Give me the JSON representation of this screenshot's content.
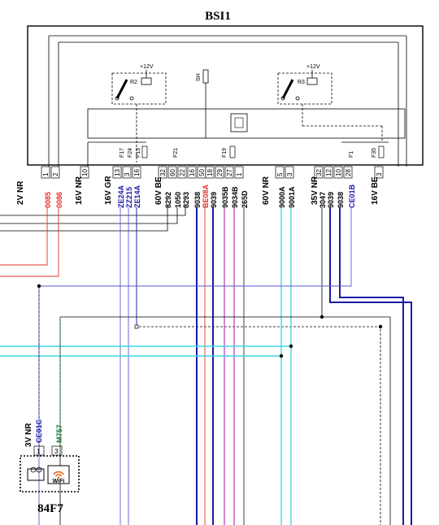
{
  "title": "BSI1",
  "component_bottom": "84F7",
  "relay_labels": {
    "r2": "R2",
    "r3": "R3",
    "sh": "SH",
    "plus12_a": "+12V",
    "plus12_b": "+12V"
  },
  "fuses": [
    "F17",
    "F24",
    "F13",
    "F21",
    "F19",
    "F1",
    "F35"
  ],
  "connectors": [
    {
      "label": "2V NR",
      "pins": [
        "1",
        "2"
      ]
    },
    {
      "label": "16V NR",
      "pins": [
        "10"
      ]
    },
    {
      "label": "16V GR",
      "pins": [
        "13",
        "3",
        "16"
      ]
    },
    {
      "label": "60V BE",
      "pins": [
        "32",
        "60",
        "22",
        "16",
        "50",
        "18",
        "29",
        "27",
        "1"
      ]
    },
    {
      "label": "60V NR",
      "pins": [
        "5",
        "3"
      ]
    },
    {
      "label": "35V NR",
      "pins": [
        "32",
        "12",
        "10",
        "28"
      ]
    },
    {
      "label": "16V BE",
      "pins": [
        "3"
      ]
    }
  ],
  "wires": [
    {
      "id": "0085",
      "color": "#e0302a"
    },
    {
      "id": "0086",
      "color": "#e0302a"
    },
    {
      "id": "ZE24A",
      "color": "#1a1aa8"
    },
    {
      "id": "ZZ215",
      "color": "#1a1aa8"
    },
    {
      "id": "ZE14A",
      "color": "#1a1aa8"
    },
    {
      "id": "8292",
      "color": "#000000"
    },
    {
      "id": "1050",
      "color": "#000000"
    },
    {
      "id": "8293",
      "color": "#000000"
    },
    {
      "id": "9038",
      "color": "#000000"
    },
    {
      "id": "BE08A",
      "color": "#e0302a"
    },
    {
      "id": "9039",
      "color": "#000000"
    },
    {
      "id": "9035B",
      "color": "#000000"
    },
    {
      "id": "9034B",
      "color": "#000000"
    },
    {
      "id": "265D",
      "color": "#000000"
    },
    {
      "id": "9000A",
      "color": "#000000"
    },
    {
      "id": "9001A",
      "color": "#000000"
    },
    {
      "id": "3047",
      "color": "#000000"
    },
    {
      "id": "9039",
      "color": "#000000"
    },
    {
      "id": "9038",
      "color": "#000000"
    },
    {
      "id": "CE01B",
      "color": "#1a1aa8"
    }
  ],
  "bottom_connector": {
    "label": "3V NR",
    "pins": [
      "1",
      "3"
    ]
  },
  "bottom_wires": [
    {
      "id": "CE01C",
      "color": "#1a1aa8"
    },
    {
      "id": "M757",
      "color": "#1f7a3a"
    }
  ],
  "wifi_label": "WiFi"
}
